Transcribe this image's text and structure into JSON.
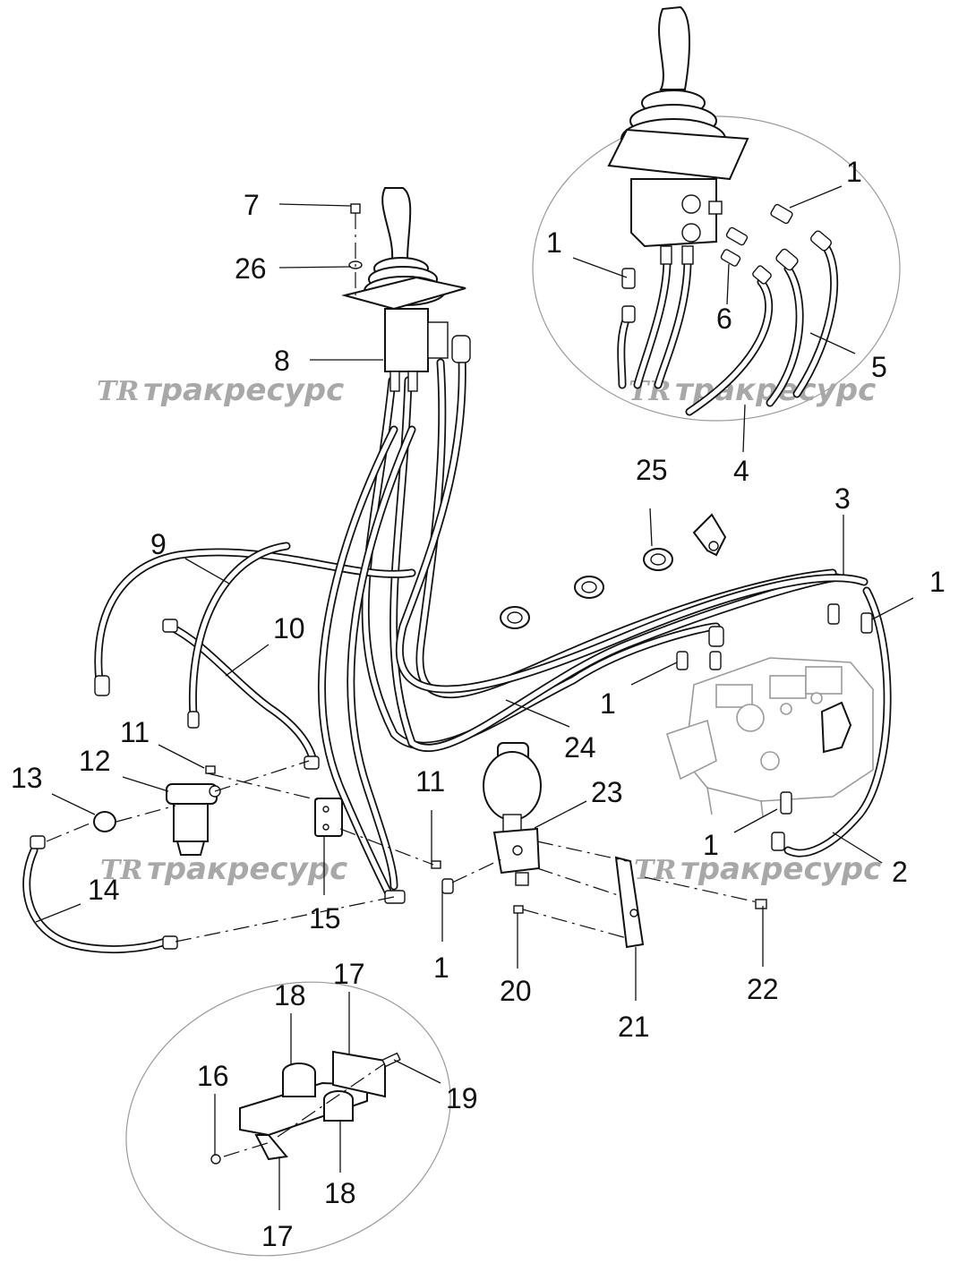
{
  "colors": {
    "ink": "#111111",
    "watermark": "#a8a8a8",
    "background": "#ffffff"
  },
  "watermarks": [
    {
      "logo": "TR",
      "text": "тракресурс"
    },
    {
      "logo": "TR",
      "text": "тракресурс"
    },
    {
      "logo": "TR",
      "text": "тракресурс"
    },
    {
      "logo": "TR",
      "text": "тракресурс"
    }
  ],
  "callouts": [
    {
      "id": "c1a",
      "label": "1"
    },
    {
      "id": "c1b",
      "label": "1"
    },
    {
      "id": "c6",
      "label": "6"
    },
    {
      "id": "c5",
      "label": "5"
    },
    {
      "id": "c4",
      "label": "4"
    },
    {
      "id": "c7",
      "label": "7"
    },
    {
      "id": "c26",
      "label": "26"
    },
    {
      "id": "c8",
      "label": "8"
    },
    {
      "id": "c25",
      "label": "25"
    },
    {
      "id": "c3",
      "label": "3"
    },
    {
      "id": "c1c",
      "label": "1"
    },
    {
      "id": "c9",
      "label": "9"
    },
    {
      "id": "c10",
      "label": "10"
    },
    {
      "id": "c1d",
      "label": "1"
    },
    {
      "id": "c24",
      "label": "24"
    },
    {
      "id": "c11a",
      "label": "11"
    },
    {
      "id": "c12",
      "label": "12"
    },
    {
      "id": "c13",
      "label": "13"
    },
    {
      "id": "c11b",
      "label": "11"
    },
    {
      "id": "c23",
      "label": "23"
    },
    {
      "id": "c1e",
      "label": "1"
    },
    {
      "id": "c2",
      "label": "2"
    },
    {
      "id": "c14",
      "label": "14"
    },
    {
      "id": "c15",
      "label": "15"
    },
    {
      "id": "c1f",
      "label": "1"
    },
    {
      "id": "c20",
      "label": "20"
    },
    {
      "id": "c21",
      "label": "21"
    },
    {
      "id": "c22",
      "label": "22"
    },
    {
      "id": "c17a",
      "label": "17"
    },
    {
      "id": "c18a",
      "label": "18"
    },
    {
      "id": "c16",
      "label": "16"
    },
    {
      "id": "c19",
      "label": "19"
    },
    {
      "id": "c18b",
      "label": "18"
    },
    {
      "id": "c17b",
      "label": "17"
    }
  ]
}
